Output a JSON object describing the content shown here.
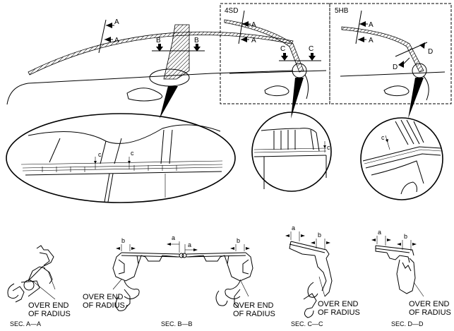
{
  "labels": {
    "a": "A",
    "b": "B",
    "c": "C",
    "d": "D",
    "dim_a": "a",
    "dim_b": "b",
    "dim_c": "c",
    "variant_4sd": "4SD",
    "variant_5hb": "5HB",
    "over_end_line1": "OVER END",
    "over_end_line2": "OF RADIUS"
  },
  "sections": {
    "aa": "SEC. A—A",
    "bb": "SEC. B—B",
    "cc": "SEC. C—C",
    "dd": "SEC. D—D"
  },
  "colors": {
    "line": "#000000",
    "background": "#ffffff"
  }
}
